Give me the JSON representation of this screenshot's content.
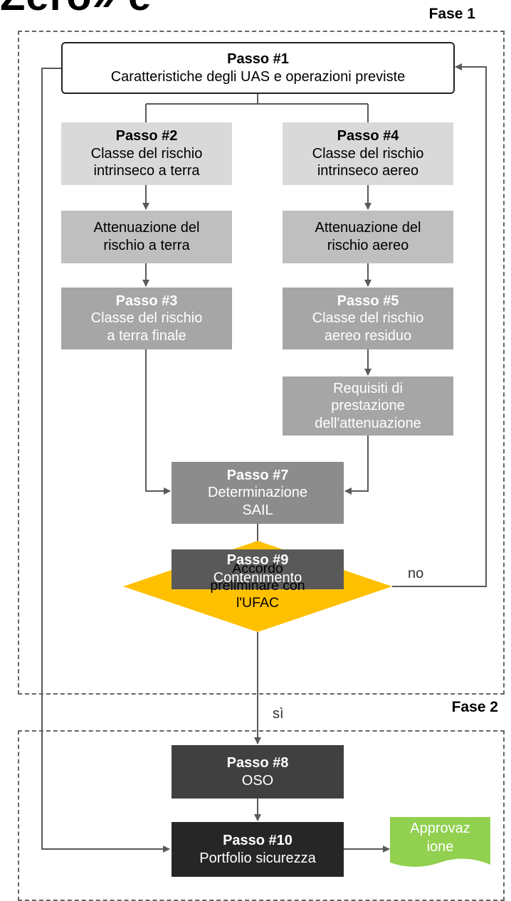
{
  "title_fragment": "Zero» e",
  "phases": {
    "phase1": "Fase 1",
    "phase2": "Fase 2"
  },
  "steps": {
    "step1": {
      "title": "Passo #1",
      "text": "Caratteristiche degli UAS e operazioni previste"
    },
    "step2": {
      "title": "Passo #2",
      "text_lines": [
        "Classe del rischio",
        "intrinseco a terra"
      ]
    },
    "ground_mitigation": {
      "text_lines": [
        "Attenuazione del",
        "rischio a terra"
      ]
    },
    "step3": {
      "title": "Passo #3",
      "text_lines": [
        "Classe del rischio",
        "a terra finale"
      ]
    },
    "step4": {
      "title": "Passo #4",
      "text_lines": [
        "Classe del rischio",
        "intrinseco aereo"
      ]
    },
    "air_mitigation": {
      "text_lines": [
        "Attenuazione del",
        "rischio aereo"
      ]
    },
    "step5": {
      "title": "Passo #5",
      "text_lines": [
        "Classe del rischio",
        "aereo residuo"
      ]
    },
    "performance": {
      "text_lines": [
        "Requisiti di",
        "prestazione",
        "dell'attenuazione"
      ]
    },
    "step7": {
      "title": "Passo #7",
      "text_lines": [
        "Determinazione",
        "SAIL"
      ]
    },
    "step9": {
      "title": "Passo #9",
      "text": "Contenimento"
    },
    "decision": {
      "text_lines": [
        "Accordo",
        "preliminare con",
        "l'UFAC"
      ]
    },
    "step8": {
      "title": "Passo #8",
      "text": "OSO"
    },
    "step10": {
      "title": "Passo #10",
      "text": "Portfolio sicurezza"
    },
    "approval": {
      "text_lines": [
        "Approvaz",
        "ione"
      ]
    }
  },
  "edge_labels": {
    "no": "no",
    "yes": "sì"
  },
  "colors": {
    "decision_fill": "#ffc000",
    "approval_fill": "#92d050",
    "connector": "#595959"
  }
}
